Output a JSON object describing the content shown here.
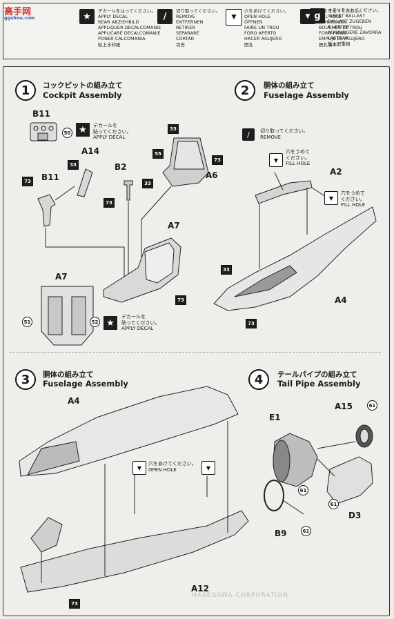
{
  "watermark": {
    "title": "高手网",
    "sub": "ggshou.com"
  },
  "legend": [
    {
      "icon": "decal-icon",
      "glyph": "★",
      "text": "デカールをはってください。\nAPPLY DECAL\nREAR ABZIEHBILD\nAPPLIQUER DECALCOMANIE\nAPPLICARE DECALCOMANIE\nPONER CALCOMANIA\n貼上水印紙"
    },
    {
      "icon": "remove-icon",
      "glyph": "/",
      "text": "切り取ってください。\nREMOVE\nENTFERNEN\nRETIRER\nSEPARARE\nCORTAR\n切去"
    },
    {
      "icon": "open-hole-icon",
      "glyph": "▼",
      "text": "穴をあけてください。\nOPEN HOLE\nÖFFNEN\nFAIRE UN TROU\nFORO APERTO\nHACER AGUJERO\n開孔"
    },
    {
      "icon": "fill-hole-icon",
      "glyph": "▼",
      "text": "穴をうめてください。\nFILL HOLE\nSCHLIESSEN\nBOUCHER LE TROU\nFORO PIENO\nEMPUJE EL AGUJERO\n把孔填平"
    },
    {
      "icon": "ballast-icon",
      "glyph": "g",
      "text": "オモリを入れてください。\nINSERT BALLAST\nBALLAST ZUGEBEN\nA LESTER\nAGGIUNGERE ZAVORRA\nLASTRAR\n放入配重物"
    }
  ],
  "steps": [
    {
      "num": "1",
      "jp": "コックピットの組み立て",
      "en": "Cockpit Assembly"
    },
    {
      "num": "2",
      "jp": "胴体の組み立て",
      "en": "Fuselage Assembly"
    },
    {
      "num": "3",
      "jp": "胴体の組み立て",
      "en": "Fuselage Assembly"
    },
    {
      "num": "4",
      "jp": "テールパイプの組み立て",
      "en": "Tail Pipe Assembly"
    }
  ],
  "parts": {
    "b11a": "B11",
    "a14": "A14",
    "b11b": "B11",
    "b2": "B2",
    "a7a": "A7",
    "a7b": "A7",
    "a6": "A6",
    "a2": "A2",
    "a4a": "A4",
    "a4b": "A4",
    "a12": "A12",
    "e1": "E1",
    "a15": "A15",
    "d3": "D3",
    "b9": "B9"
  },
  "colors": {
    "c33": "33",
    "c50": "50",
    "c55": "55",
    "c73": "73",
    "c51": "51",
    "c52": "52",
    "c61": "61"
  },
  "notes": {
    "decal1": "デカールを\n貼ってください。\nAPPLY DECAL",
    "decal2": "デカールを\n貼ってください。\nAPPLY DECAL",
    "remove": "切り取ってください。\nREMOVE",
    "fill1": "穴をうめて\nください。\nFILL HOLE",
    "fill2": "穴をうめて\nください。\nFILL HOLE",
    "open": "穴をあけてください。\nOPEN HOLE"
  },
  "corp": "HASEGAWA CORPORATION"
}
